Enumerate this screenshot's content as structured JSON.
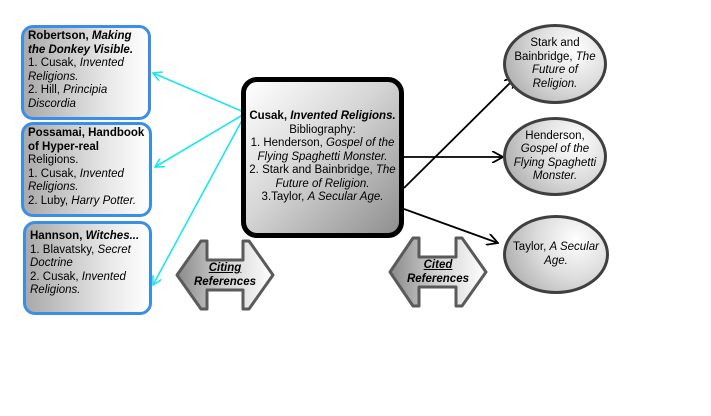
{
  "colors": {
    "citing_border": "#3b8ee8",
    "citing_arrow": "#19e6f0",
    "cited_arrow": "#000000",
    "center_border": "#000000",
    "cited_border": "#3f3f3f"
  },
  "citing_references": [
    {
      "author": "Robertson,",
      "title": "Making the Donkey Visible.",
      "refs": [
        {
          "num": "1. Cusak,",
          "title": "Invented Religions."
        },
        {
          "num": "2. Hill,",
          "title": "Principia Discordia"
        }
      ]
    },
    {
      "author": "Possamai, Handbook of Hyper-real",
      "author_tail": "Religions.",
      "refs": [
        {
          "num": "1. Cusak,",
          "title": "Invented Religions."
        },
        {
          "num": "2. Luby,",
          "title": "Harry Potter."
        }
      ]
    },
    {
      "author": "Hannson,",
      "title": "Witches...",
      "refs": [
        {
          "num": "1. Blavatsky,",
          "title": "Secret Doctrine"
        },
        {
          "num": "2. Cusak,",
          "title": "Invented Religions."
        }
      ]
    }
  ],
  "center": {
    "author": "Cusak,",
    "title": "Invented Religions.",
    "bibliography_label": "Bibliography:",
    "refs": [
      {
        "num": "1. Henderson,",
        "title": "Gospel of the Flying Spaghetti Monster."
      },
      {
        "num": "2. Stark and Bainbridge,",
        "title": "The Future of Religion."
      },
      {
        "num": "3.Taylor,",
        "title": "A Secular Age."
      }
    ]
  },
  "cited_references": [
    {
      "author": "Stark and Bainbridge,",
      "title": "The Future of Religion."
    },
    {
      "author": "Henderson,",
      "title": "Gospel of the Flying Spaghetti Monster."
    },
    {
      "author": "Taylor,",
      "title": "A Secular Age."
    }
  ],
  "labels": {
    "citing": {
      "line1": "Citing",
      "line2": "References"
    },
    "cited": {
      "line1": "Cited",
      "line2": "References"
    }
  }
}
